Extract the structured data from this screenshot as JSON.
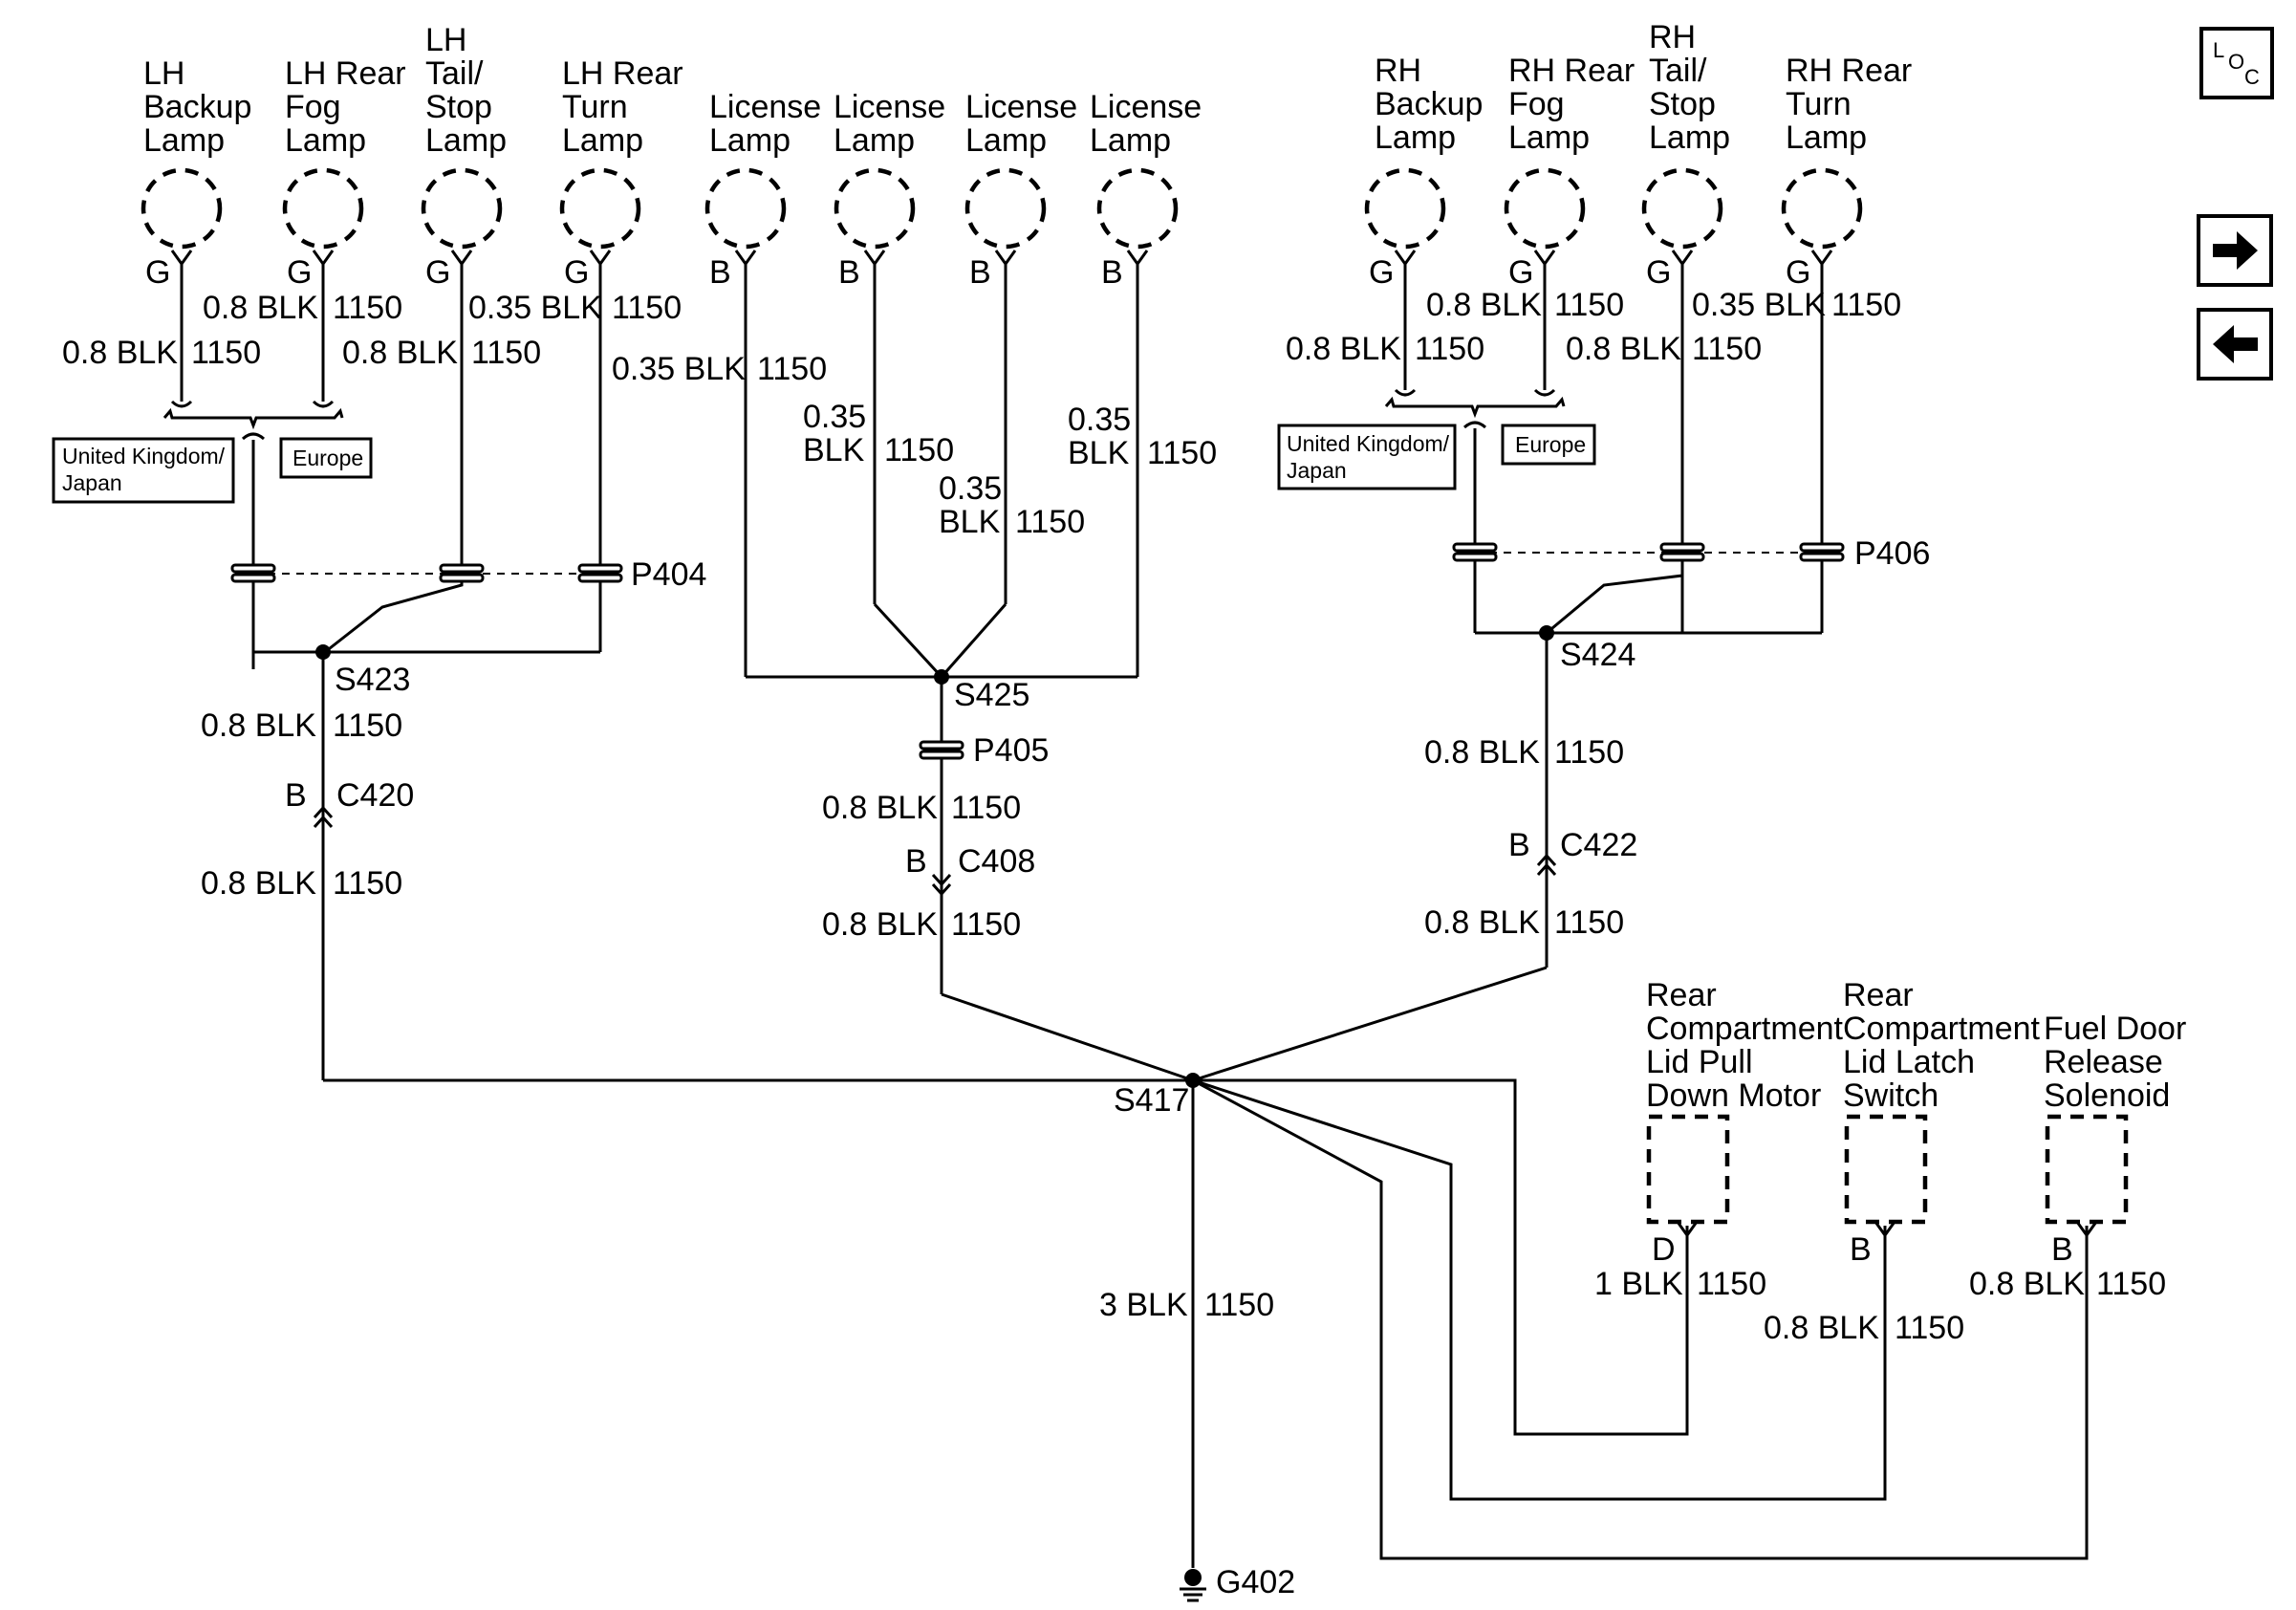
{
  "components": {
    "lh_backup": [
      "LH",
      "Backup",
      "Lamp"
    ],
    "lh_fog": [
      "LH Rear",
      "Fog",
      "Lamp"
    ],
    "lh_tail": [
      "LH",
      "Tail/",
      "Stop",
      "Lamp"
    ],
    "lh_turn": [
      "LH Rear",
      "Turn",
      "Lamp"
    ],
    "license": [
      "License",
      "Lamp"
    ],
    "rh_backup": [
      "RH",
      "Backup",
      "Lamp"
    ],
    "rh_fog": [
      "RH Rear",
      "Fog",
      "Lamp"
    ],
    "rh_tail": [
      "RH",
      "Tail/",
      "Stop",
      "Lamp"
    ],
    "rh_turn": [
      "RH Rear",
      "Turn",
      "Lamp"
    ],
    "lid_motor": [
      "Rear",
      "Compartment",
      "Lid Pull",
      "Down Motor"
    ],
    "lid_switch": [
      "Rear",
      "Compartment",
      "Lid Latch",
      "Switch"
    ],
    "fuel_door": [
      "Fuel Door",
      "Release",
      "Solenoid"
    ]
  },
  "pins": {
    "g": "G",
    "b": "B",
    "d": "D"
  },
  "wires": {
    "blk_08": "0.8 BLK",
    "blk_035": "0.35 BLK",
    "blk_3": "3 BLK",
    "blk_1": "1 BLK",
    "num_035": "0.35",
    "blk": "BLK",
    "circuit": "1150"
  },
  "options": {
    "uk_japan": [
      "United Kingdom/",
      "Japan"
    ],
    "europe": "Europe"
  },
  "splices": {
    "s423": "S423",
    "s425": "S425",
    "s424": "S424",
    "s417": "S417"
  },
  "connectors": {
    "p404": "P404",
    "p405": "P405",
    "p406": "P406",
    "c420": "C420",
    "c408": "C408",
    "c422": "C422"
  },
  "ground": "G402",
  "nav": {
    "loc_l": "L",
    "loc_o": "O",
    "loc_c": "C"
  }
}
